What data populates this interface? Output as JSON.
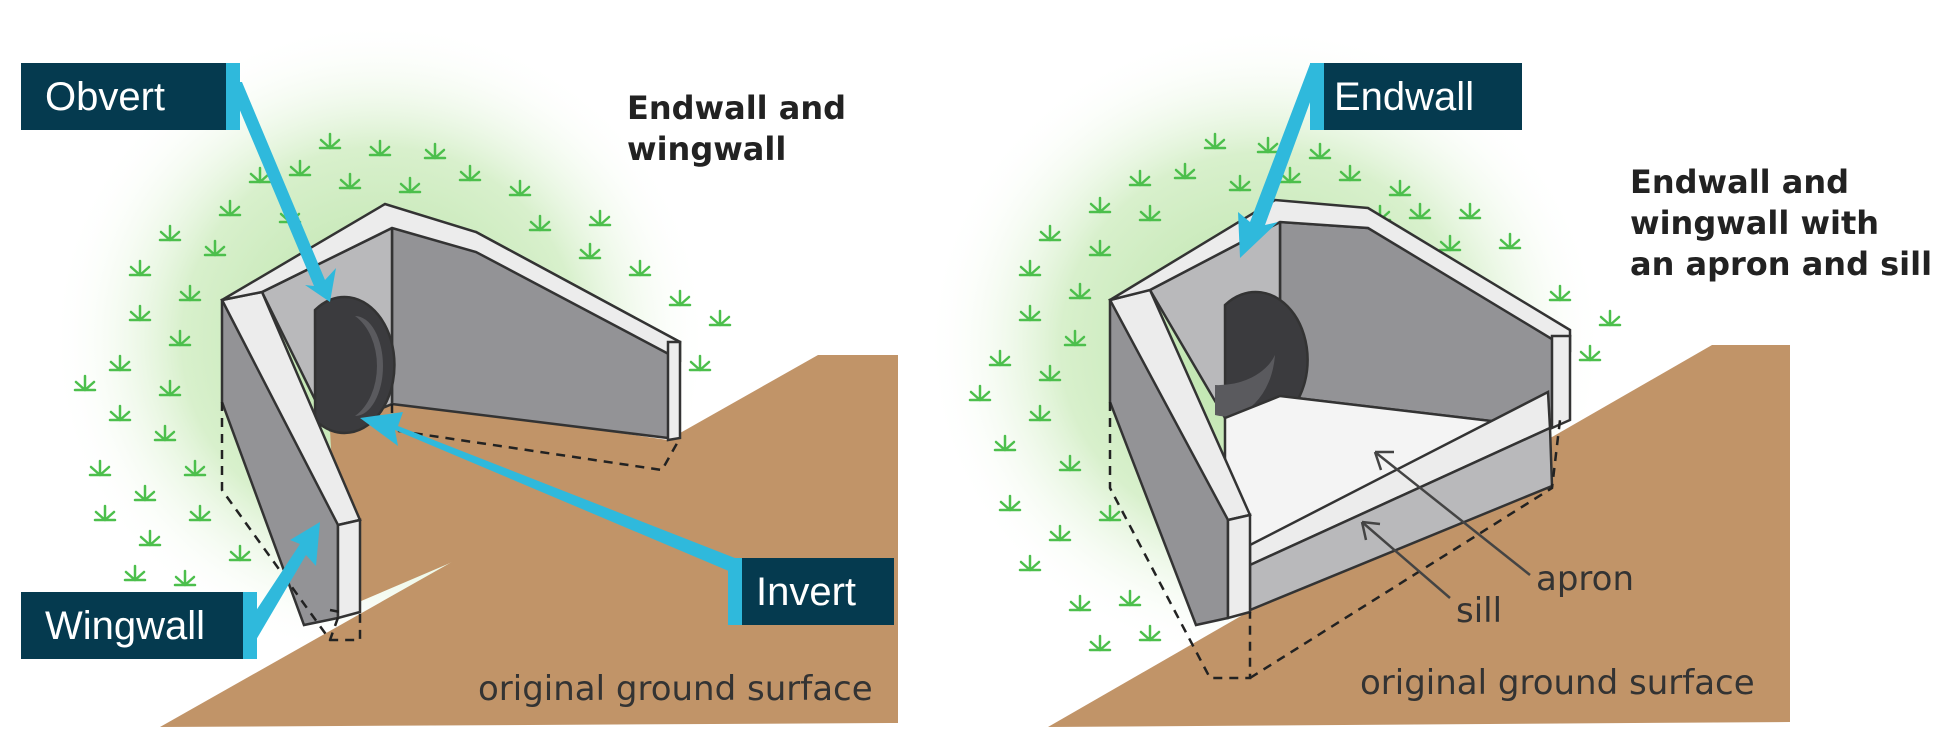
{
  "colors": {
    "callout_box": "#053a4f",
    "callout_arrow": "#2fb9dc",
    "ground": "#c19468",
    "grass": "#4cbf4c",
    "concrete_light": "#ececec",
    "concrete_mid": "#b9b9bb",
    "concrete_dark": "#939396",
    "pipe": "#3b3b3e",
    "apron": "#f4f4f4"
  },
  "left_panel": {
    "title": "Endwall and\nwingwall",
    "ground_label": "original ground surface",
    "callouts": {
      "obvert": "Obvert",
      "wingwall": "Wingwall",
      "invert": "Invert"
    }
  },
  "right_panel": {
    "title": "Endwall and\nwingwall with\nan apron and sill",
    "ground_label": "original ground surface",
    "apron_label": "apron",
    "sill_label": "sill",
    "callouts": {
      "endwall": "Endwall"
    }
  },
  "icons": {
    "grass_tuft": "grass-tuft-icon",
    "callout_arrow": "arrow-icon"
  }
}
